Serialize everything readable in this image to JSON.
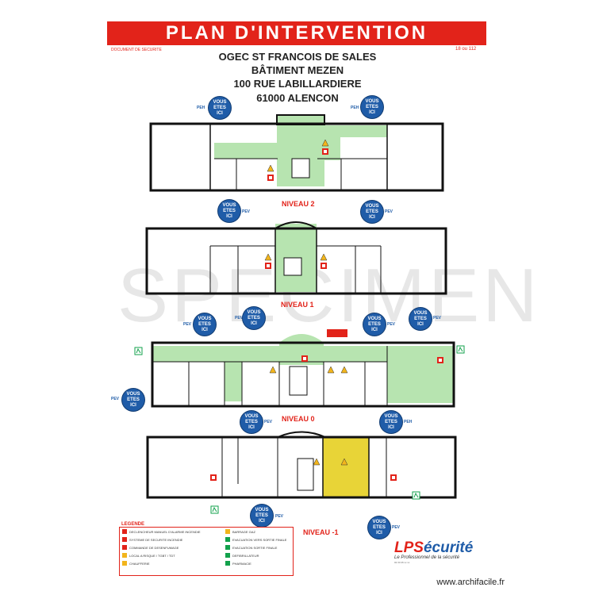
{
  "header": {
    "title": "PLAN D'INTERVENTION",
    "left_note": "DOCUMENT DE SECURITE",
    "right_note": "18 ou 112"
  },
  "address": {
    "line1": "OGEC ST FRANCOIS DE SALES",
    "line2": "BÂTIMENT MEZEN",
    "line3": "100 RUE LABILLARDIERE",
    "line4": "61000 ALENCON"
  },
  "watermark": "SPECIMEN",
  "levels": {
    "n2": "NIVEAU 2",
    "n1": "NIVEAU 1",
    "n0": "NIVEAU 0",
    "nm1": "NIVEAU -1"
  },
  "you_are_here": {
    "line1": "VOUS",
    "line2": "ETES",
    "line3": "ICI"
  },
  "point_labels": {
    "peh": "PEH",
    "pev": "PEV"
  },
  "legend": {
    "title": "LEGENDE",
    "items": [
      "DECLENCHEUR MANUEL D'ALARME INCENDIE",
      "SYSTEME DE SECURITE INCENDIE",
      "COMMANDE DE DESENFUMAGE",
      "LOCAL A RISQUE / TGBT / TDT",
      "CHAUFFERIE",
      "BARRAGE GAZ",
      "EVACUATION VERS SORTIE FINALE",
      "EVACUATION SORTIE FINALE",
      "DEFIBRILLATEUR",
      "PHARMACIE"
    ]
  },
  "logo": {
    "brand_a": "LPS",
    "brand_b": "écurité",
    "tagline": "Le Professionnel de la sécurité",
    "foot": "02 33 26 xx xx"
  },
  "footer": {
    "url": "www.archifacile.fr"
  },
  "colors": {
    "red": "#e2231a",
    "blue": "#1f5ca8",
    "green_zone": "#b7e4b0",
    "yellow_zone": "#e8d437",
    "wall": "#111111",
    "exit_green": "#12a14b"
  }
}
